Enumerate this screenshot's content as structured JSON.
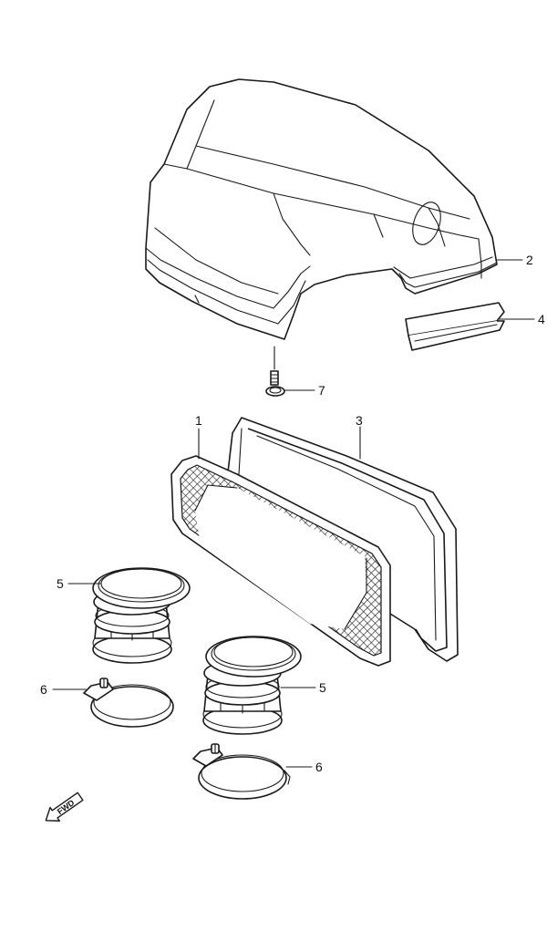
{
  "callouts": {
    "c1": "1",
    "c2": "2",
    "c3": "3",
    "c4": "4",
    "c5a": "5",
    "c5b": "5",
    "c6a": "6",
    "c6b": "6",
    "c7": "7"
  },
  "direction_arrow": {
    "label": "FWD",
    "icon": "forward-arrow-icon"
  },
  "colors": {
    "line": "#1a1a1a",
    "background": "#ffffff"
  }
}
